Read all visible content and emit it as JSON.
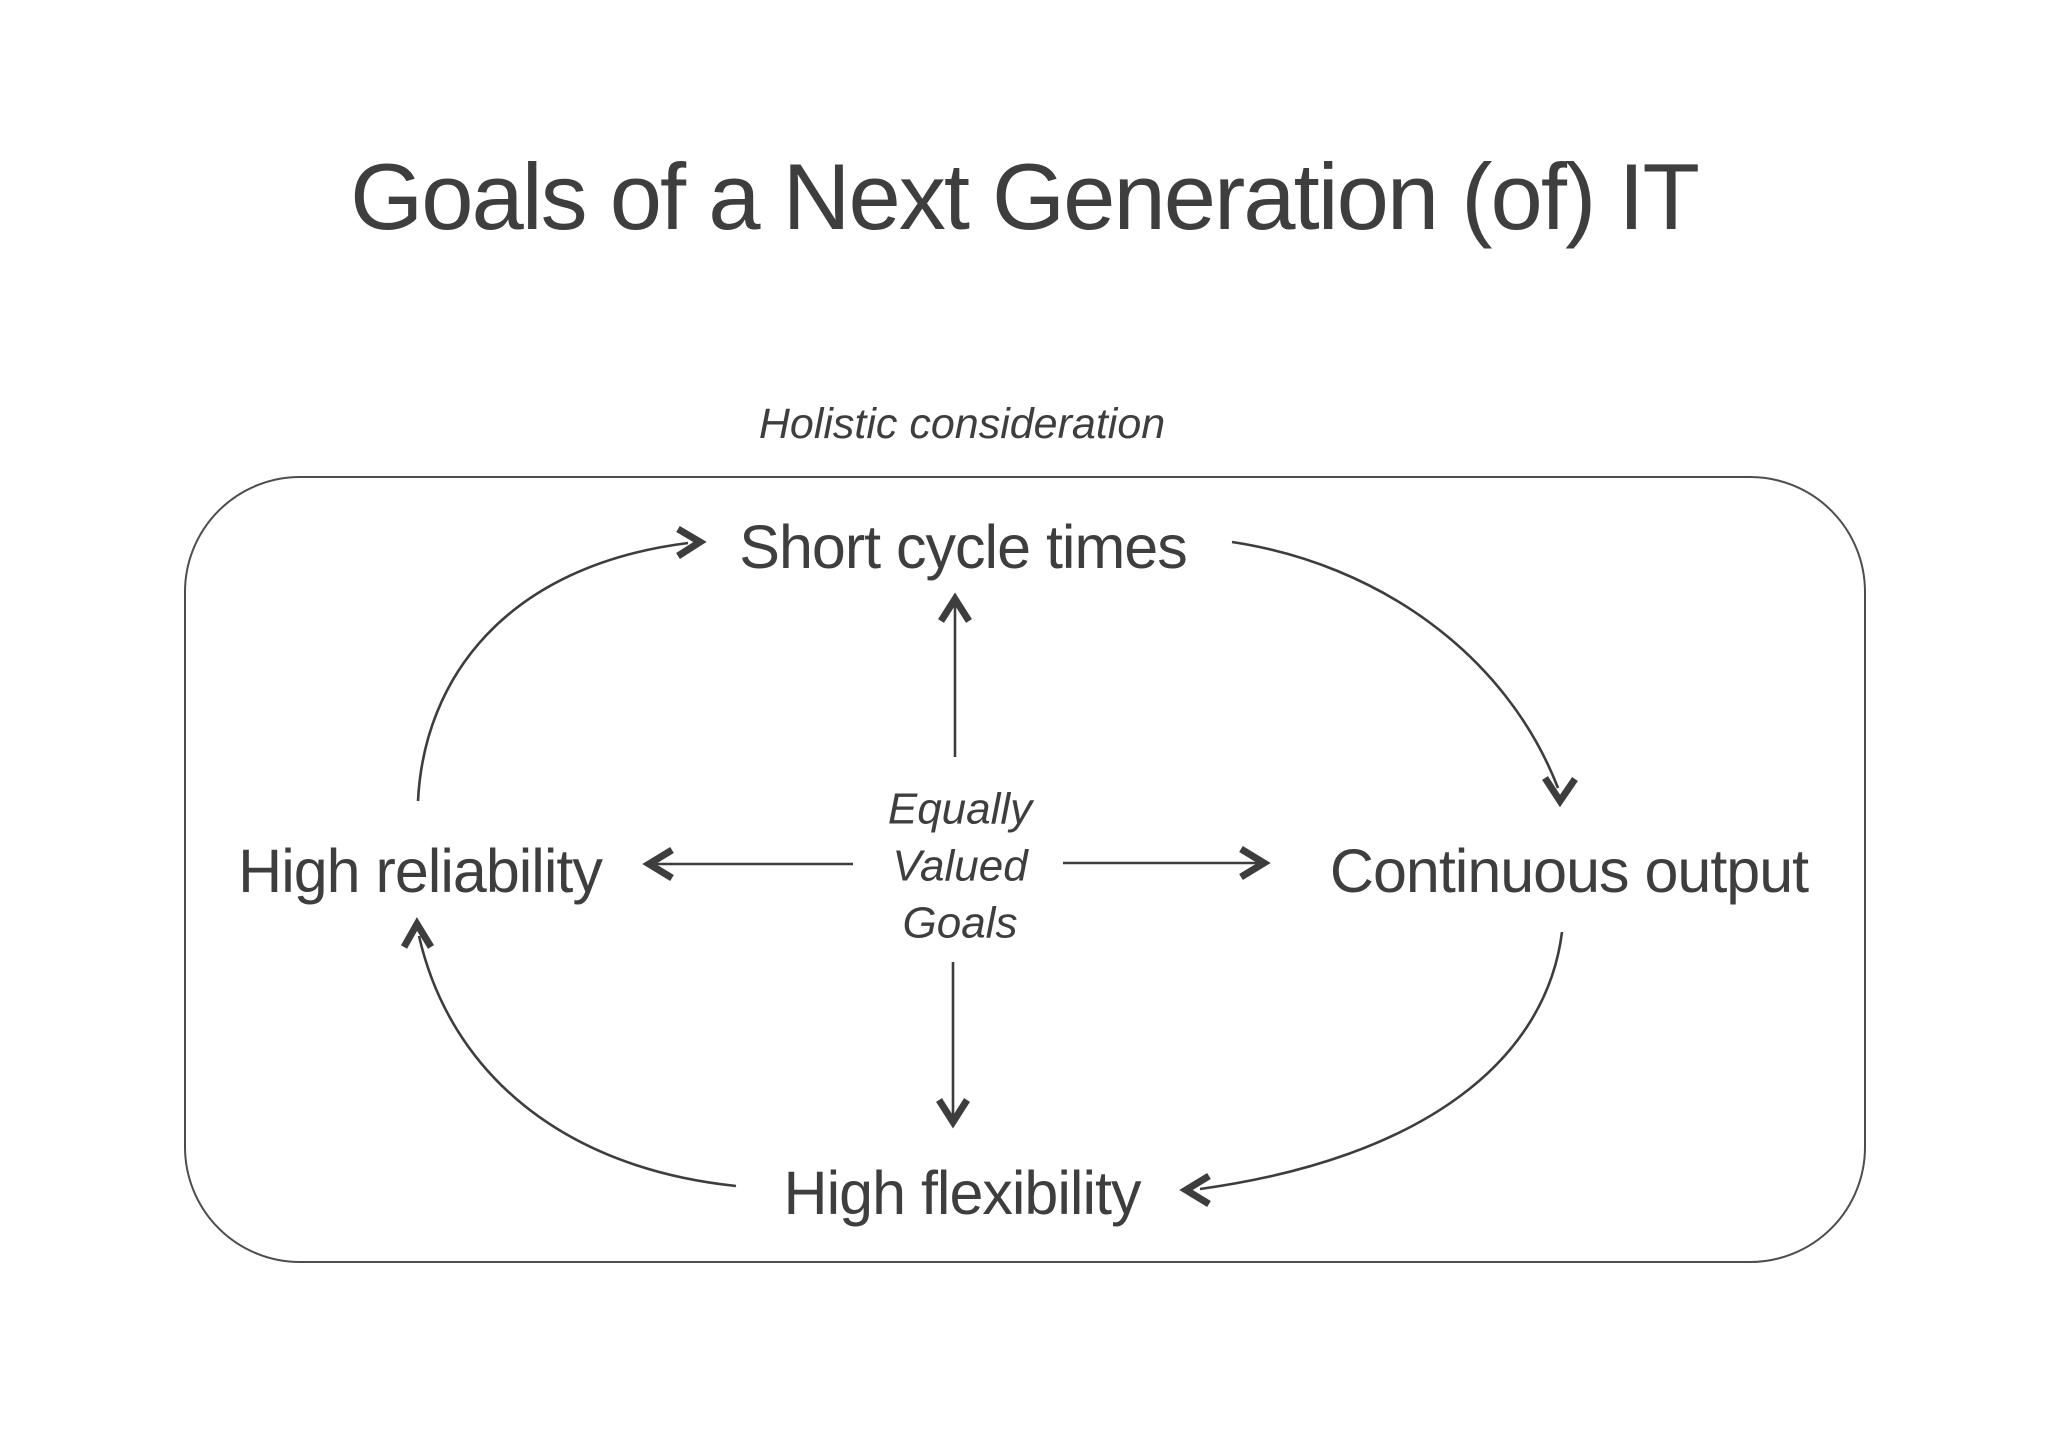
{
  "title": "Goals of a Next Generation (of) IT",
  "diagram": {
    "boundary_label": "Holistic consideration",
    "nodes": {
      "top": "Short cycle times",
      "right": "Continuous output",
      "bottom": "High flexibility",
      "left": "High reliability"
    },
    "center_label": {
      "lines": [
        "Equally",
        "Valued",
        "Goals"
      ]
    },
    "colors": {
      "background": "#ffffff",
      "text": "#3e3e3e",
      "arrow": "#3d3d3d",
      "boundary": "#4d4d4d"
    }
  }
}
